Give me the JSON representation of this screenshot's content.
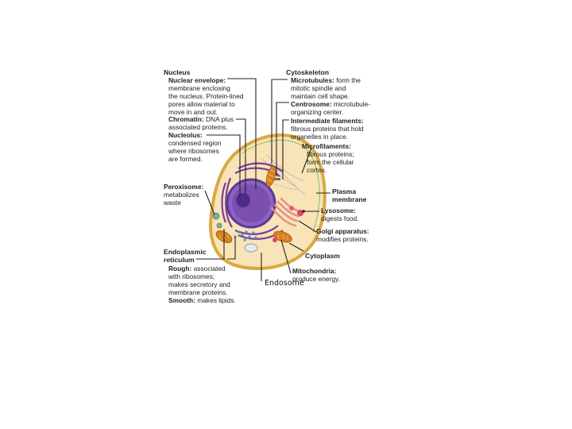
{
  "labels": {
    "nucleus_title": "Nucleus",
    "nuclear_envelope_term": "Nuclear envelope:",
    "nuclear_envelope_desc1": "membrane enclosing",
    "nuclear_envelope_desc2": "the nucleus. Protein-lined",
    "nuclear_envelope_desc3": "pores allow material to",
    "nuclear_envelope_desc4": "move in and out.",
    "chromatin_term": "Chromatin:",
    "chromatin_desc1": "DNA plus",
    "chromatin_desc2": "associated proteins.",
    "nucleolus_term": "Nucleolus:",
    "nucleolus_desc1": "condensed region",
    "nucleolus_desc2": "where ribosomes",
    "nucleolus_desc3": "are formed.",
    "peroxisome_term": "Peroxisome:",
    "peroxisome_desc1": "metabolizes",
    "peroxisome_desc2": "waste",
    "er_title1": "Endoplasmic",
    "er_title2": "reticulum",
    "rough_term": "Rough:",
    "rough_desc1": "associated",
    "rough_desc2": "with ribosomes;",
    "rough_desc3": "makes secretory and",
    "rough_desc4": "membrane proteins.",
    "smooth_term": "Smooth:",
    "smooth_desc": "makes lipids.",
    "cytoskeleton_title": "Cytoskeleton",
    "microtubules_term": "Microtubules:",
    "microtubules_desc1": "form the",
    "microtubules_desc2": "mitotic spindle and",
    "microtubules_desc3": "maintain cell shape.",
    "centrosome_term": "Centrosome:",
    "centrosome_desc1": "microtubule-",
    "centrosome_desc2": "organizing center.",
    "intermediate_term": "Intermediate filaments:",
    "intermediate_desc1": "fibrous proteins that hold",
    "intermediate_desc2": "organelles in place.",
    "microfilaments_term": "Microfilaments:",
    "microfilaments_desc1": "fibrous proteins;",
    "microfilaments_desc2": "form the cellular",
    "microfilaments_desc3": "cortex.",
    "plasma_membrane1": "Plasma",
    "plasma_membrane2": "membrane",
    "lysosome_term": "Lysosome:",
    "lysosome_desc": "digests food.",
    "golgi_term": "Golgi apparatus:",
    "golgi_desc": "modifies proteins.",
    "cytoplasm": "Cytoplasm",
    "mitochondria_term": "Mitochondria:",
    "mitochondria_desc": "produce energy.",
    "endosome": "Endosome"
  },
  "colors": {
    "membrane": "#d9a844",
    "cytoplasm": "#f8e4b6",
    "nucleus": "#7a4fb0",
    "nucleolus": "#4e2a8a",
    "mitochondria": "#d9801d",
    "golgi": "#e88a8a",
    "lysosome": "#d6466f",
    "ribosome": "#3a9ad0",
    "leader_line": "#222222"
  }
}
